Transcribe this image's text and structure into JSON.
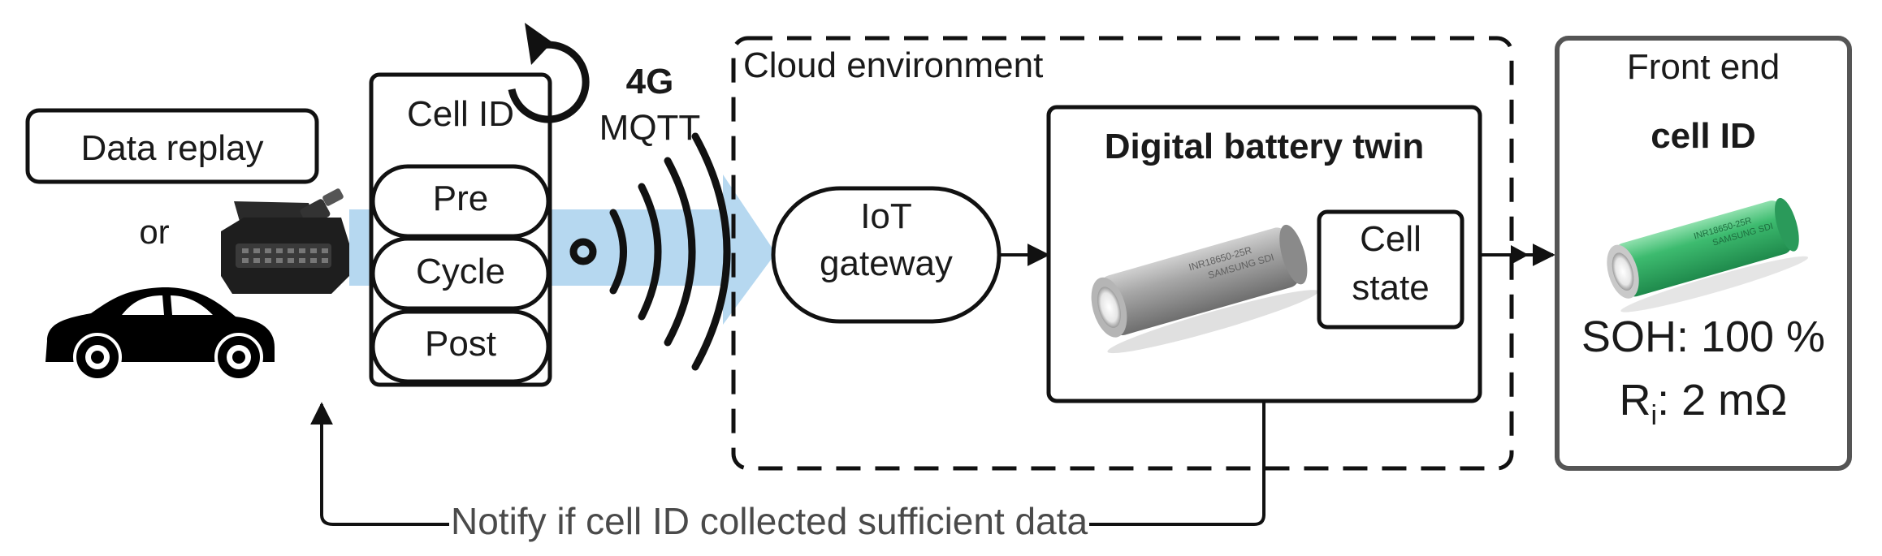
{
  "source": {
    "data_replay_label": "Data replay",
    "or_label": "or",
    "obd_connector_icon": "obd-connector-icon",
    "car_icon": "car-icon"
  },
  "cell_stack": {
    "title": "Cell ID",
    "phases": [
      "Pre",
      "Cycle",
      "Post"
    ],
    "refresh_icon": "circular-arrow-icon"
  },
  "transmission": {
    "network": "4G",
    "protocol": "MQTT",
    "wireless_icon": "wireless-signal-icon"
  },
  "cloud": {
    "title": "Cloud environment",
    "gateway_line1": "IoT",
    "gateway_line2": "gateway",
    "twin_title": "Digital battery twin",
    "cell_state_line1": "Cell",
    "cell_state_line2": "state",
    "battery_icon": "grey-18650-battery-icon"
  },
  "front_end": {
    "title": "Front end",
    "cell_label": "cell ID",
    "soh_text": "SOH: 100 %",
    "ri_prefix": "R",
    "ri_subscript": "i",
    "ri_suffix": ": 2 mΩ",
    "battery_icon": "green-18650-battery-icon"
  },
  "feedback": {
    "text": "Notify if cell ID collected sufficient data"
  },
  "colors": {
    "flow_arrow": "#b6d8f0",
    "front_end_border": "#555555",
    "grey_battery": "#9a9a9a",
    "green_battery": "#3dbb6f"
  }
}
